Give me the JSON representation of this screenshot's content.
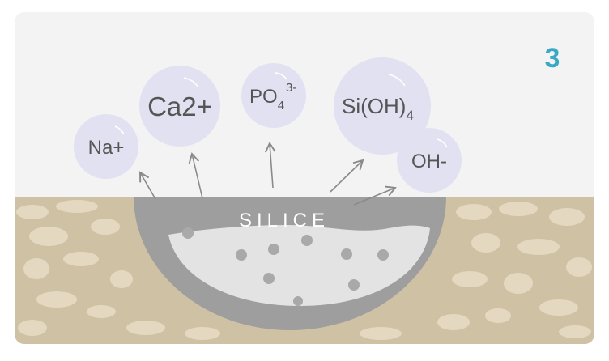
{
  "step_number": "3",
  "layer_label": "SILICE",
  "ions": {
    "na": {
      "label": "Na+"
    },
    "ca": {
      "label": "Ca2+"
    },
    "po4": {
      "base": "PO",
      "sub": "4",
      "sup": "3-"
    },
    "sioh": {
      "base": "Si(OH)",
      "sub": "4"
    },
    "oh": {
      "label": "OH-"
    }
  },
  "colors": {
    "sky": "#f3f3f3",
    "ground": "#cfc1a4",
    "ground_spots": "#e4d8c0",
    "silica_layer": "#9e9e9e",
    "particle_core": "#e3e3e3",
    "particle_dots": "#a9a9a9",
    "bubble": "#e2e1f1",
    "step_number": "#3aa9c6",
    "text": "#555555",
    "arrows": "#8a8a8a"
  }
}
